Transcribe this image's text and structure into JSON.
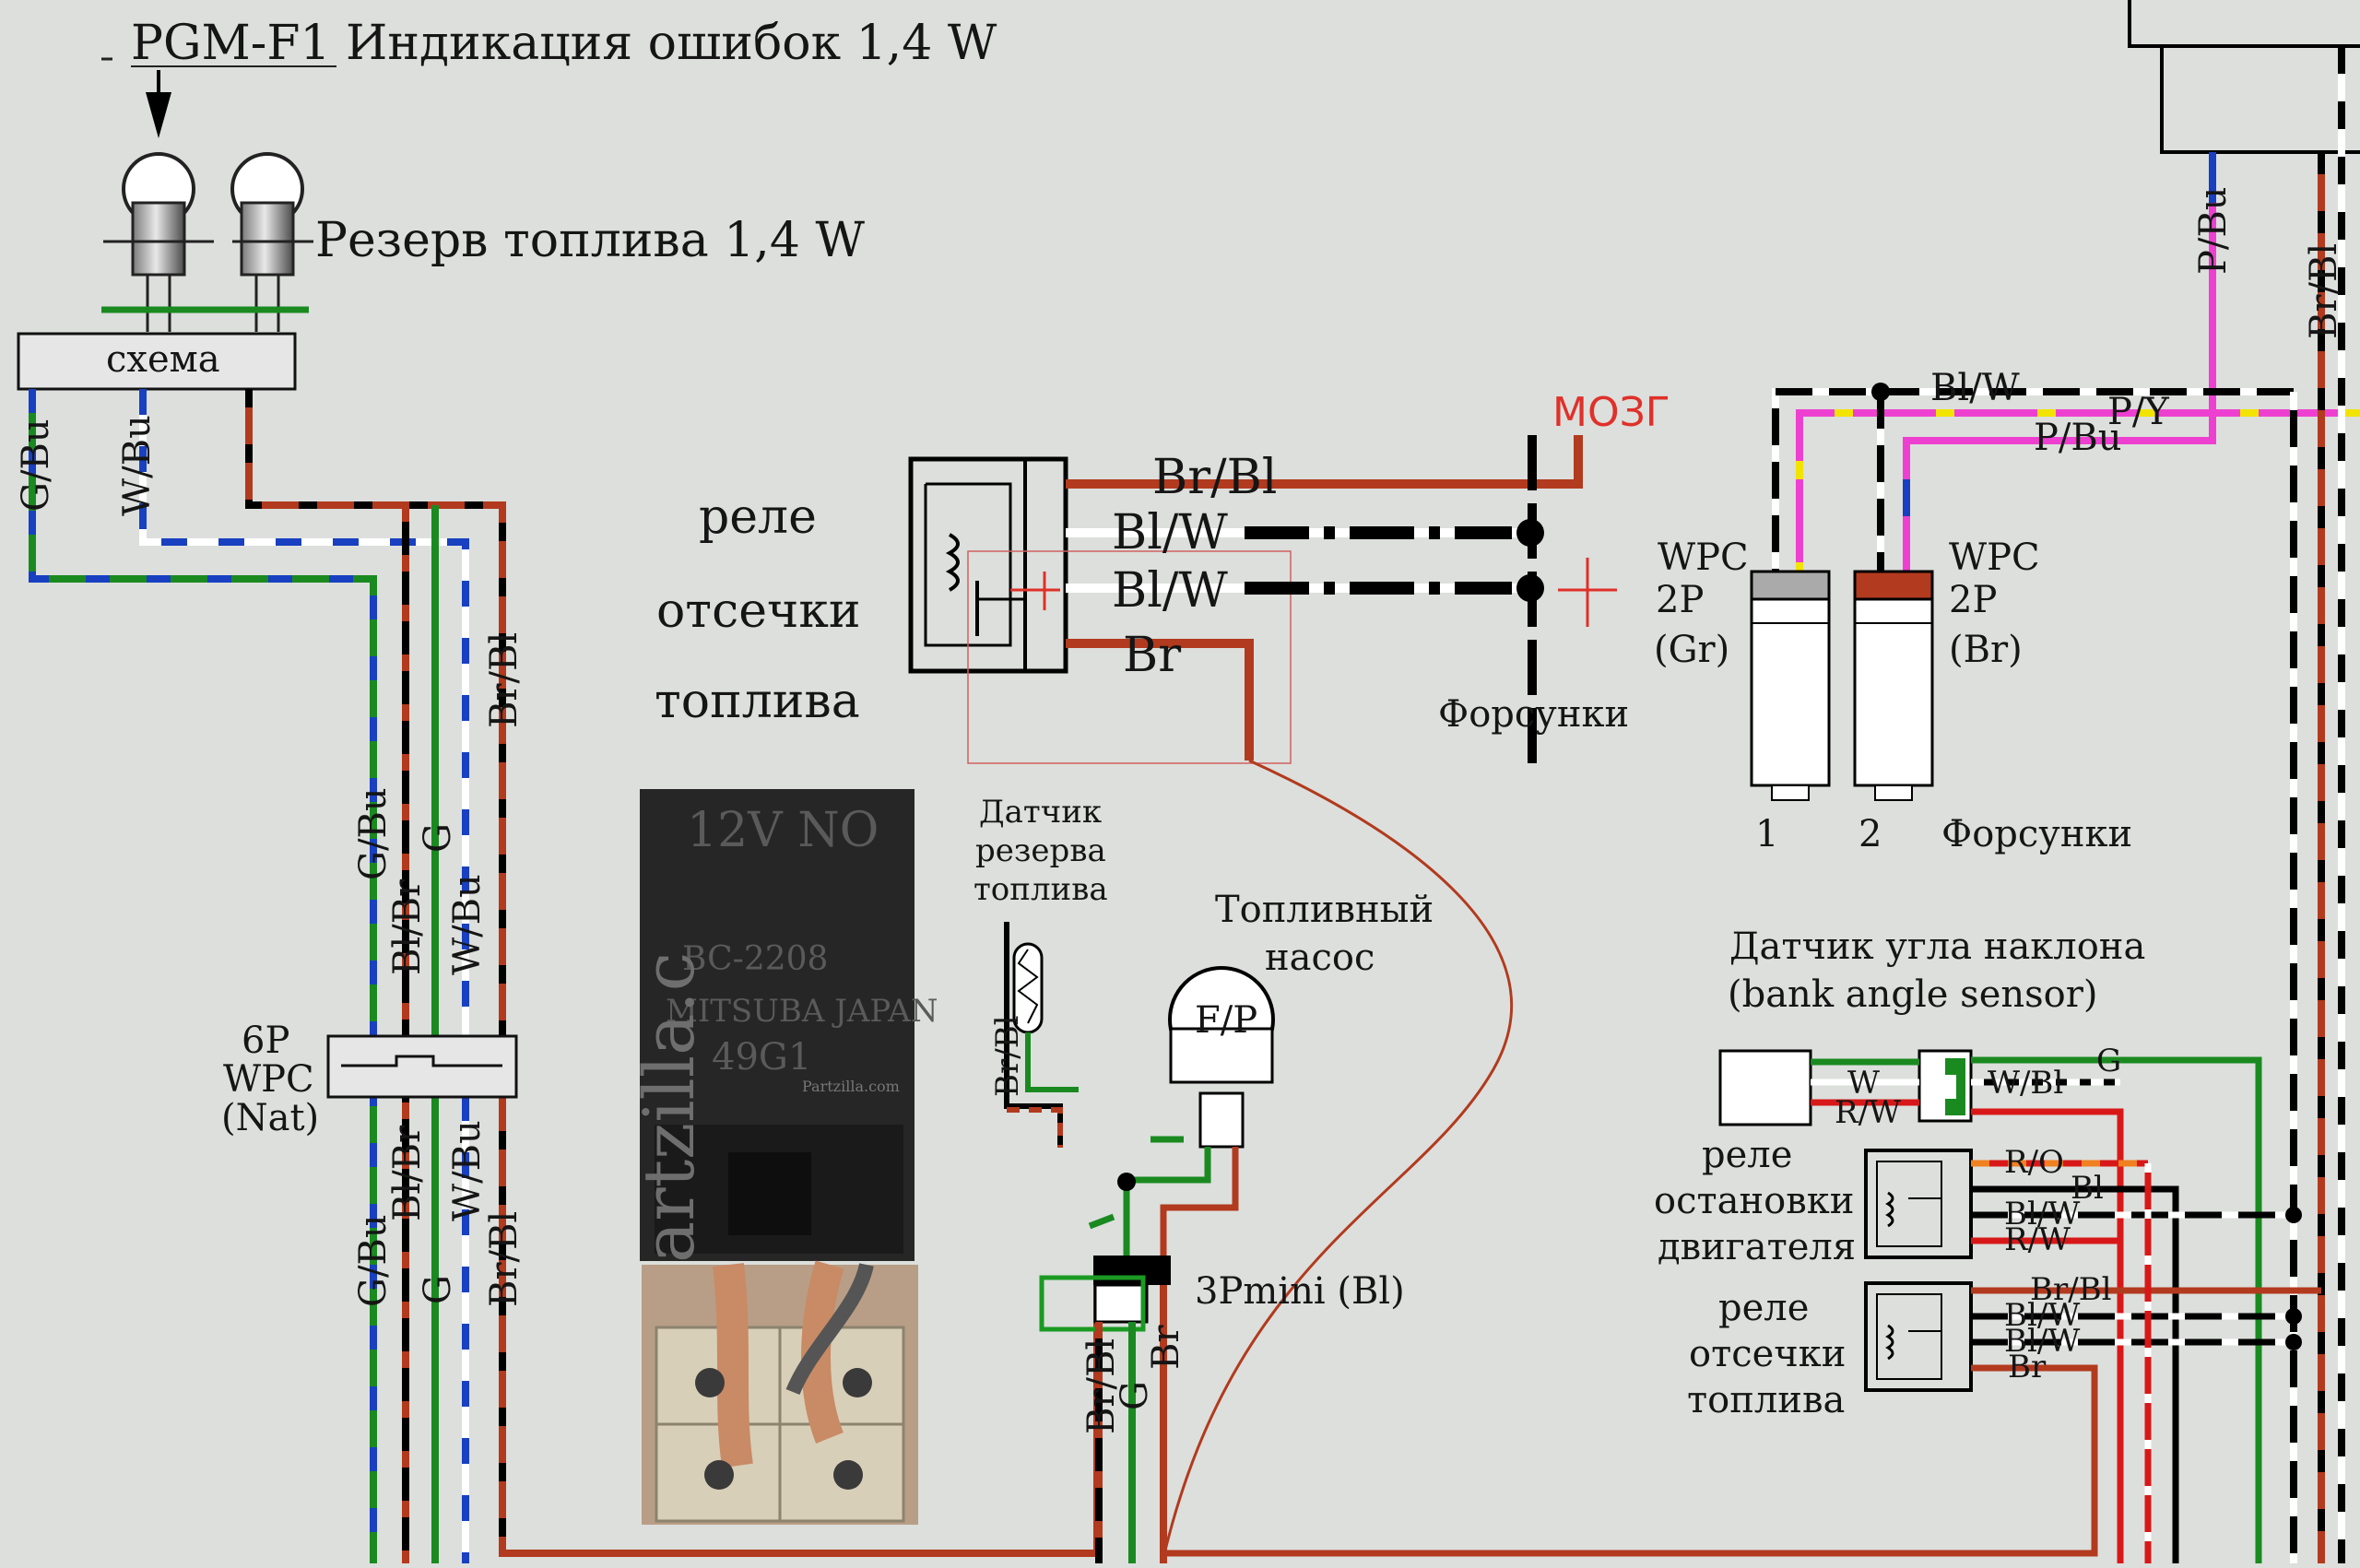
{
  "title": "PGM-F1 Индикация ошибок  1,4 W",
  "reserve_lamp": "Резерв топлива  1,4 W",
  "schema": "схема",
  "relay_main": [
    "реле",
    "отсечки",
    "топлива"
  ],
  "brain": "МОЗГ",
  "injectors_label": "Форсунки",
  "injectors_label_right": "Форсунки",
  "injector_nums": [
    "1",
    "2"
  ],
  "wpc_gr": [
    "WPC",
    "2P",
    "(Gr)"
  ],
  "wpc_br": [
    "WPC",
    "2P",
    "(Br)"
  ],
  "wpc6p": [
    "6P",
    "WPC",
    "(Nat)"
  ],
  "fuel_sensor": [
    "Датчик",
    "резерва",
    "топлива"
  ],
  "fuel_pump": [
    "Топливный",
    "насос"
  ],
  "fp": "F/P",
  "mini3p": "3Pmini (Bl)",
  "bank_sensor": [
    "Датчик угла наклона",
    "(bank angle sensor)"
  ],
  "stop_relay": [
    "реле",
    "остановки",
    "двигателя"
  ],
  "cut_relay": [
    "реле",
    "отсечки",
    "топлива"
  ],
  "photo_text": {
    "line1": "12V  NO",
    "line2": "BC-2208",
    "line3": "MITSUBA JAPAN",
    "line4": "49G1",
    "brand": "Partzilla.com",
    "watermark": "artzilla.c"
  },
  "wires": {
    "g_bu": "G/Bu",
    "w_bu": "W/Bu",
    "br_bl": "Br/Bl",
    "bl_br": "Bl/Br",
    "g": "G",
    "bl_w": "Bl/W",
    "br": "Br",
    "p_y": "P/Y",
    "p_bu": "P/Bu",
    "w": "W",
    "r_w": "R/W",
    "w_bl": "W/Bl",
    "r_o": "R/O",
    "bl": "Bl"
  },
  "colors": {
    "brown": "#b23a1e",
    "green": "#1a8a20",
    "blue": "#1840c0",
    "pink": "#ee40d0",
    "yellow": "#f2e400",
    "red": "#d81818",
    "black": "#000000"
  }
}
